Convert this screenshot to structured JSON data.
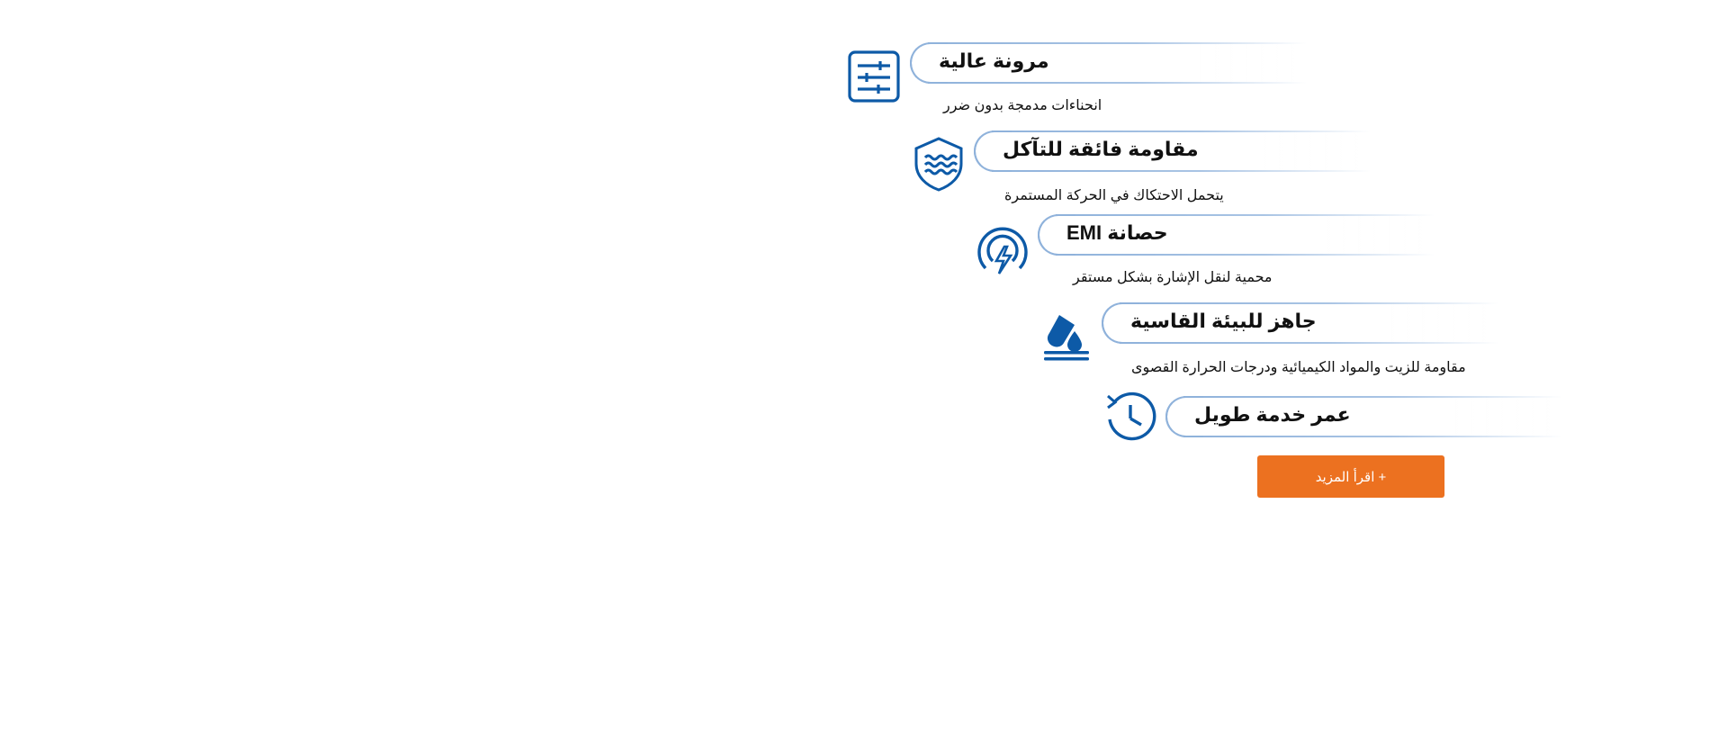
{
  "features": [
    {
      "title": "مرونة عالية",
      "description": "انحناءات مدمجة بدون ضرر",
      "icon": "sliders-icon"
    },
    {
      "title": "مقاومة فائقة للتآكل",
      "description": "يتحمل الاحتكاك في الحركة المستمرة",
      "icon": "shield-waves-icon"
    },
    {
      "title": "حصانة EMI",
      "description": "محمية لنقل الإشارة بشكل مستقر",
      "icon": "emi-lightning-icon"
    },
    {
      "title": "جاهز للبيئة القاسية",
      "description": "مقاومة للزيت والمواد الكيميائية ودرجات الحرارة القصوى",
      "icon": "chemical-drop-icon"
    },
    {
      "title": "عمر خدمة طويل",
      "description": "",
      "icon": "clock-history-icon"
    }
  ],
  "cta": {
    "label": "اقرأ المزيد +"
  },
  "colors": {
    "icon_blue": "#0d5aa7",
    "pill_border": "#8fb2db",
    "cta_orange": "#ec7120",
    "text": "#111111"
  }
}
